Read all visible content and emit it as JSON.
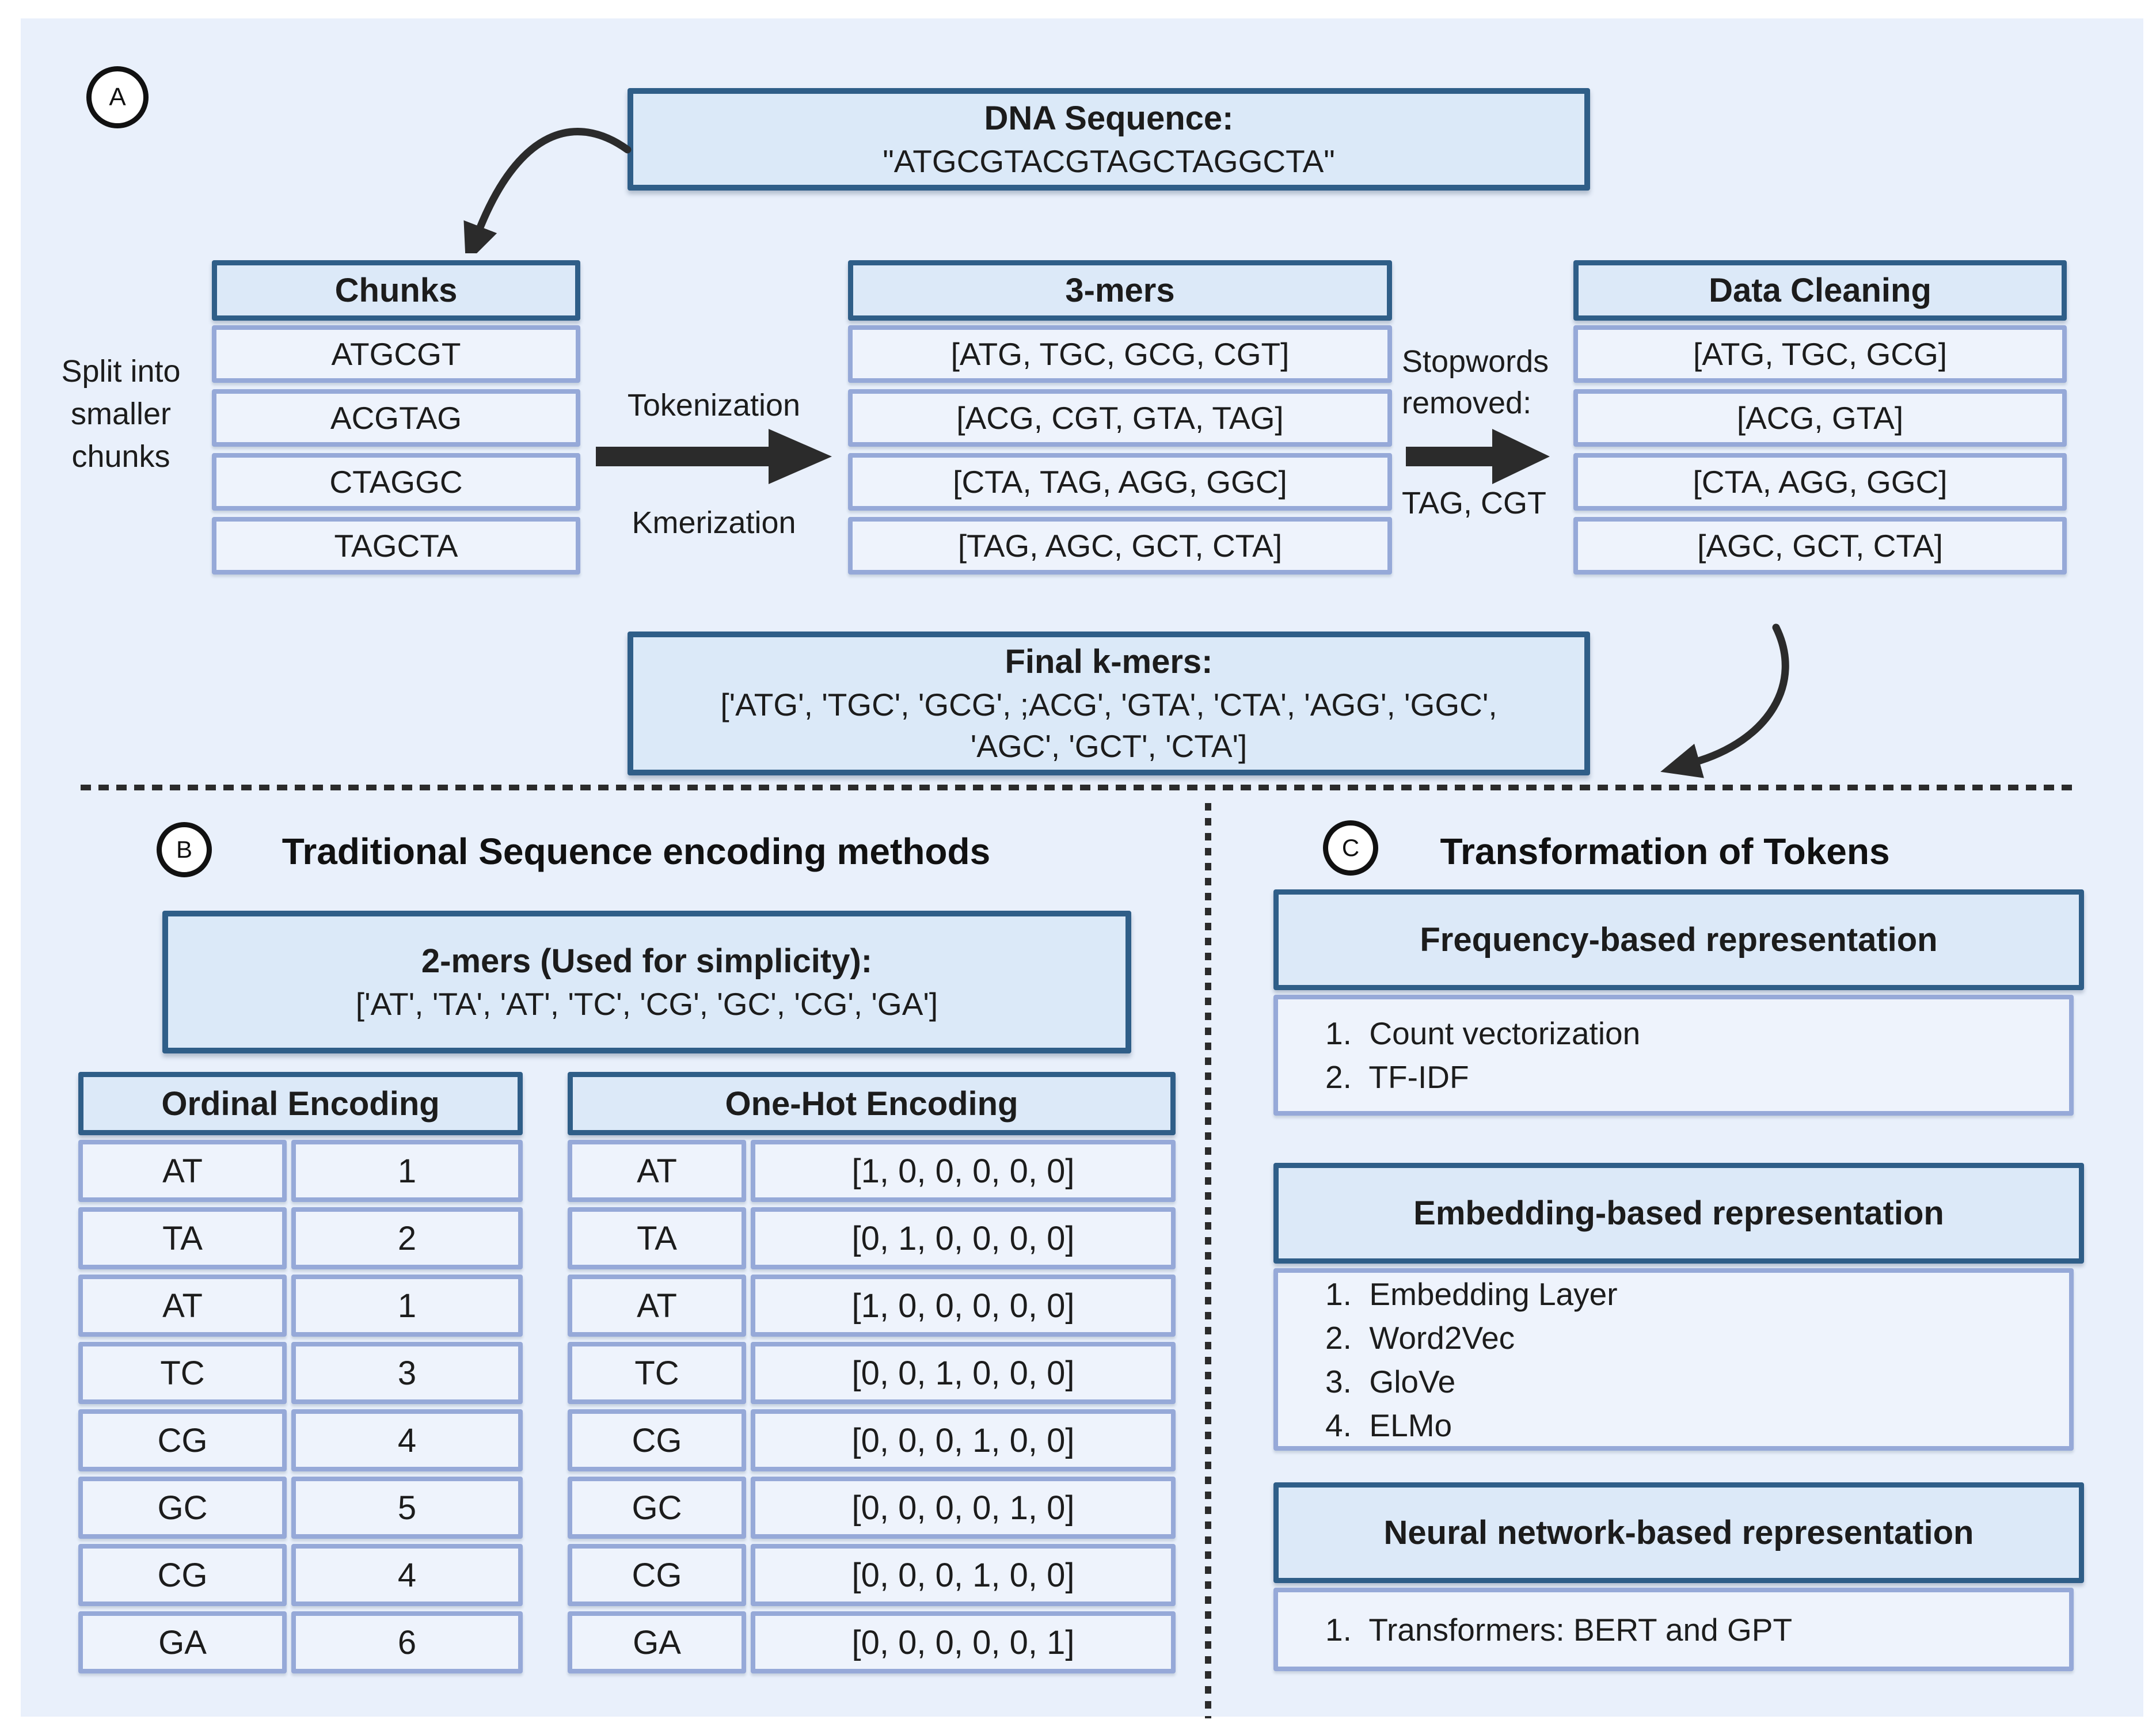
{
  "colors": {
    "canvas": "#e9f0fb",
    "header_fill": "#dce9f8",
    "header_border": "#2f5e88",
    "row_fill": "#eef3fc",
    "row_border": "#96a9d8",
    "ink": "#1c1c1c",
    "arrow": "#2b2b2b"
  },
  "panel_a": {
    "label": "A",
    "dna_box": {
      "title": "DNA Sequence:",
      "sequence": "\"ATGCGTACGTAGCTAGGCTA\""
    },
    "split_label_lines": [
      "Split into",
      "smaller",
      "chunks"
    ],
    "chunks_table": {
      "header": "Chunks",
      "rows": [
        "ATGCGT",
        "ACGTAG",
        "CTAGGC",
        "TAGCTA"
      ]
    },
    "tokenization_arrow": {
      "top_label": "Tokenization",
      "bottom_label": "Kmerization"
    },
    "mers_table": {
      "header": "3-mers",
      "rows": [
        "[ATG, TGC, GCG, CGT]",
        "[ACG, CGT, GTA, TAG]",
        "[CTA, TAG, AGG, GGC]",
        "[TAG, AGC, GCT, CTA]"
      ]
    },
    "stopwords_arrow": {
      "top_line1": "Stopwords",
      "top_line2": "removed:",
      "bottom_label": "TAG, CGT"
    },
    "cleaning_table": {
      "header": "Data Cleaning",
      "rows": [
        "[ATG, TGC, GCG]",
        "[ACG, GTA]",
        "[CTA, AGG, GGC]",
        "[AGC, GCT, CTA]"
      ]
    },
    "final_box": {
      "title": "Final k-mers:",
      "line1": "['ATG', 'TGC', 'GCG', ;ACG', 'GTA', 'CTA', 'AGG', 'GGC',",
      "line2": "'AGC', 'GCT', 'CTA']"
    }
  },
  "panel_b": {
    "label": "B",
    "title": "Traditional Sequence encoding methods",
    "twomers_box": {
      "title": "2-mers (Used for simplicity):",
      "line": "['AT', 'TA', 'AT', 'TC', 'CG', 'GC', 'CG', 'GA']"
    },
    "ordinal_table": {
      "header": "Ordinal Encoding",
      "rows": [
        [
          "AT",
          "1"
        ],
        [
          "TA",
          "2"
        ],
        [
          "AT",
          "1"
        ],
        [
          "TC",
          "3"
        ],
        [
          "CG",
          "4"
        ],
        [
          "GC",
          "5"
        ],
        [
          "CG",
          "4"
        ],
        [
          "GA",
          "6"
        ]
      ]
    },
    "onehot_table": {
      "header": "One-Hot Encoding",
      "rows": [
        [
          "AT",
          "[1, 0, 0, 0, 0, 0]"
        ],
        [
          "TA",
          "[0, 1, 0, 0, 0, 0]"
        ],
        [
          "AT",
          "[1, 0, 0, 0, 0, 0]"
        ],
        [
          "TC",
          "[0, 0, 1, 0, 0, 0]"
        ],
        [
          "CG",
          "[0, 0, 0, 1, 0, 0]"
        ],
        [
          "GC",
          "[0, 0, 0, 0, 1, 0]"
        ],
        [
          "CG",
          "[0, 0, 0, 1, 0, 0]"
        ],
        [
          "GA",
          "[0, 0, 0, 0, 0, 1]"
        ]
      ]
    }
  },
  "panel_c": {
    "label": "C",
    "title": "Transformation of Tokens",
    "boxes": [
      {
        "header": "Frequency-based representation",
        "items": [
          "1.  Count vectorization",
          "2.  TF-IDF"
        ]
      },
      {
        "header": "Embedding-based representation",
        "items": [
          "1.  Embedding Layer",
          "2.  Word2Vec",
          "3.  GloVe",
          "4.  ELMo"
        ]
      },
      {
        "header": "Neural network-based representation",
        "items": [
          "1.  Transformers: BERT and GPT"
        ]
      }
    ]
  }
}
